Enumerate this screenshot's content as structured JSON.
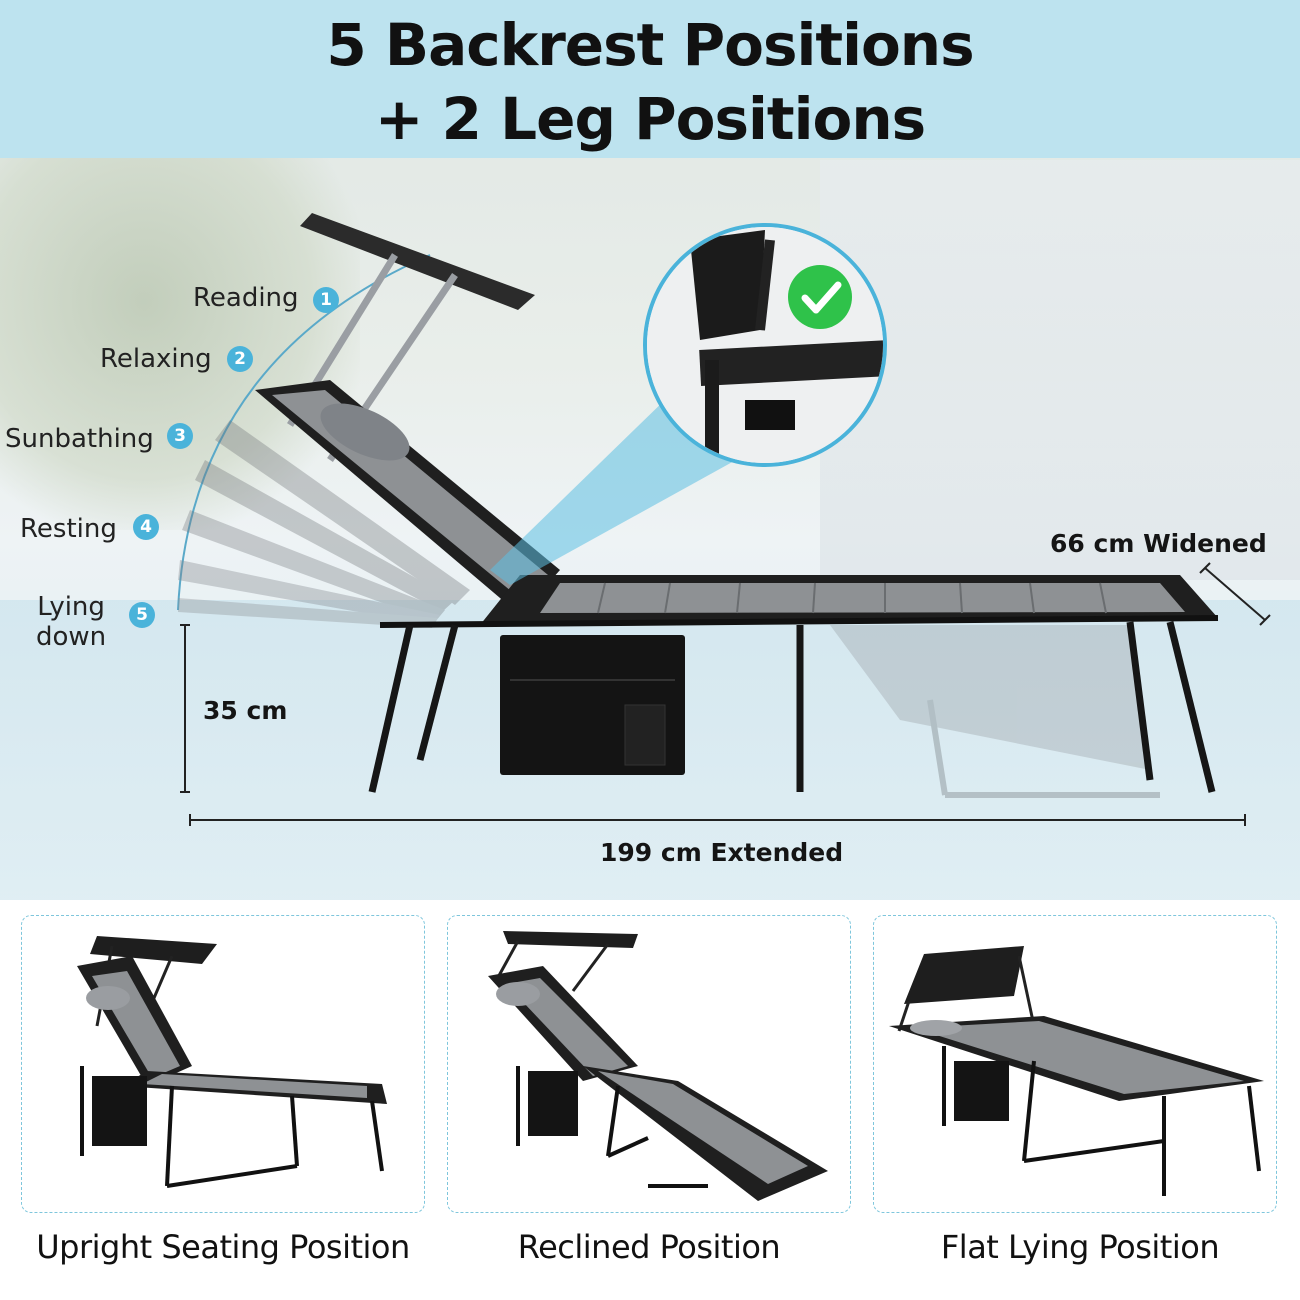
{
  "header": {
    "line1": "5 Backrest Positions",
    "line2": "+ 2 Leg Positions"
  },
  "positions": [
    {
      "num": "1",
      "label": "Reading"
    },
    {
      "num": "2",
      "label": "Relaxing"
    },
    {
      "num": "3",
      "label": "Sunbathing"
    },
    {
      "num": "4",
      "label": "Resting"
    },
    {
      "num": "5",
      "label": "Lying\ndown"
    }
  ],
  "dimensions": {
    "height": "35 cm",
    "length": "199 cm Extended",
    "width": "66 cm Widened"
  },
  "cards": [
    {
      "caption": "Upright Seating Position"
    },
    {
      "caption": "Reclined Position"
    },
    {
      "caption": "Flat Lying Position"
    }
  ],
  "colors": {
    "banner": "#bde3ef",
    "accent": "#4ab3da",
    "check": "#2fc24a",
    "frame": "#1c1c1c",
    "pad": "#8e9194"
  }
}
